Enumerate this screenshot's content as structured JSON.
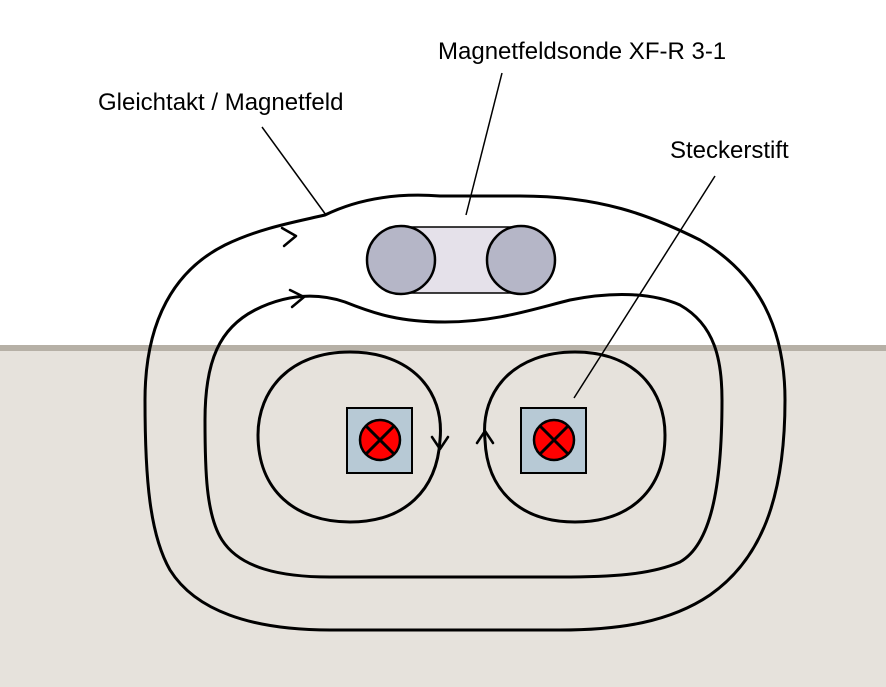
{
  "labels": {
    "field": "Gleichtakt / Magnetfeld",
    "probe": "Magnetfeldsonde XF-R 3-1",
    "pin": "Steckerstift"
  },
  "colors": {
    "background": "#ffffff",
    "board": "#e6e2dc",
    "board_edge": "#b6b0a6",
    "line": "#000000",
    "probe_body": "#e5e1ea",
    "probe_cap": "#b5b6c7",
    "pin_square": "#b7c9d5",
    "pin_dot": "#ff0000"
  },
  "icons": {
    "pin_symbol": "current-into-page-icon",
    "field_direction": "arrowhead-icon"
  }
}
